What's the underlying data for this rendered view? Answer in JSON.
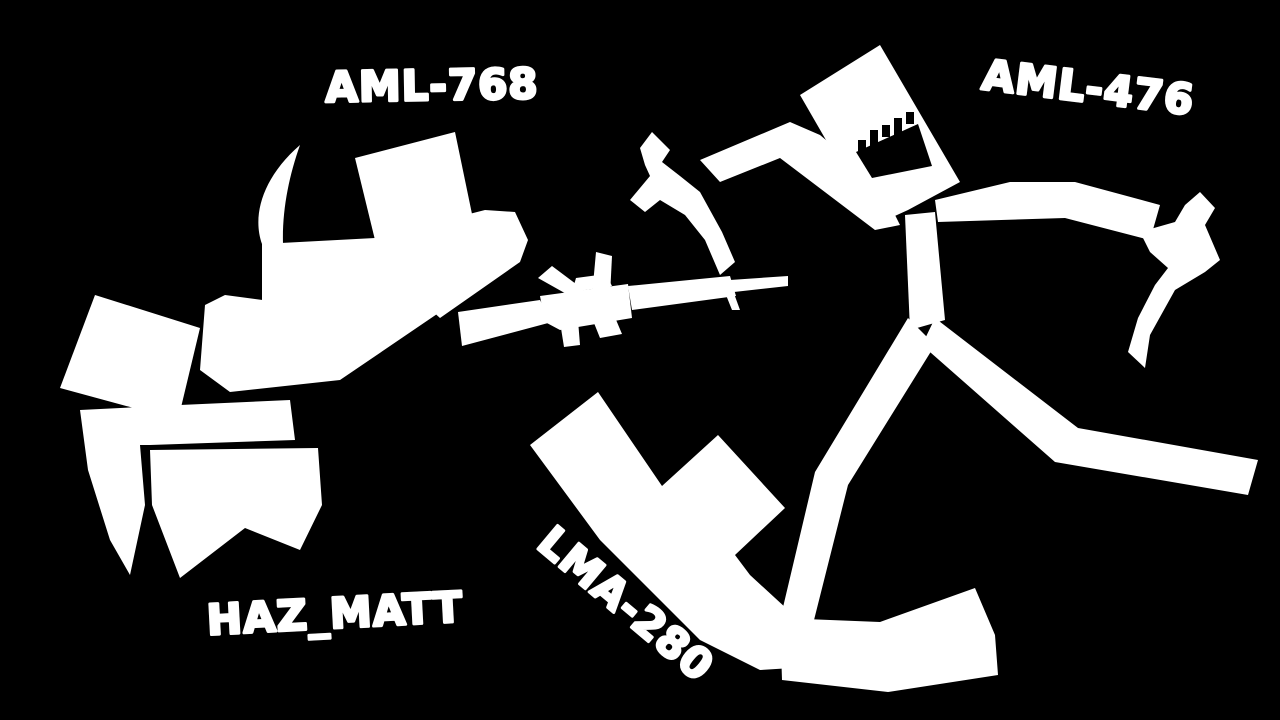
{
  "scene": {
    "background_color": "#000000",
    "silhouette_color": "#ffffff",
    "players": [
      {
        "name": "AML-768"
      },
      {
        "name": "AML-476"
      },
      {
        "name": "HAZ_MATT"
      },
      {
        "name": "LMA-280"
      }
    ]
  }
}
